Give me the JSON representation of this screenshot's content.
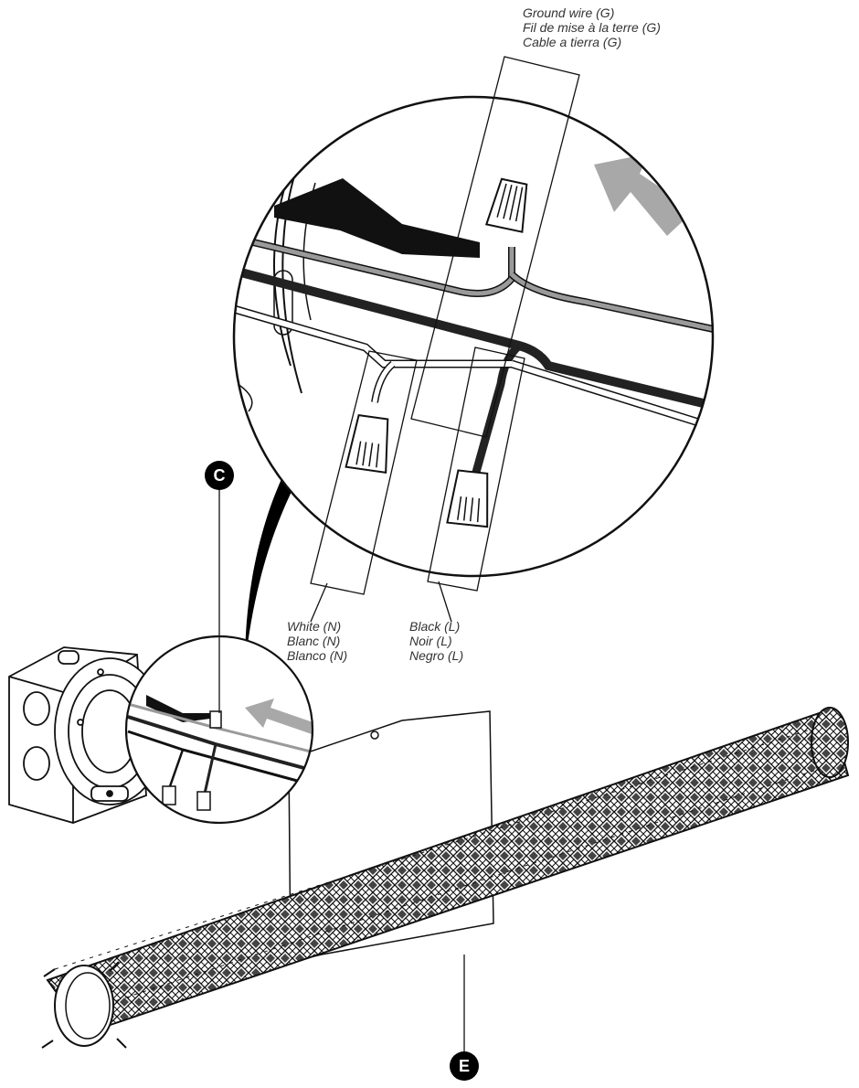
{
  "labels": {
    "ground": {
      "line1": "Ground wire (G)",
      "line2": "Fil de mise à la terre (G)",
      "line3": "Cable a tierra (G)"
    },
    "neutral": {
      "line1": "White (N)",
      "line2": "Blanc (N)",
      "line3": "Blanco (N)"
    },
    "live": {
      "line1": "Black (L)",
      "line2": "Noir (L)",
      "line3": "Negro (L)"
    }
  },
  "callouts": {
    "c": "C",
    "e": "E"
  },
  "colors": {
    "ink": "#111111",
    "ground_wire": "#9a9a9a",
    "live_wire": "#2b2b2b",
    "arrow": "#a8a8a8",
    "label_text": "#333333"
  }
}
